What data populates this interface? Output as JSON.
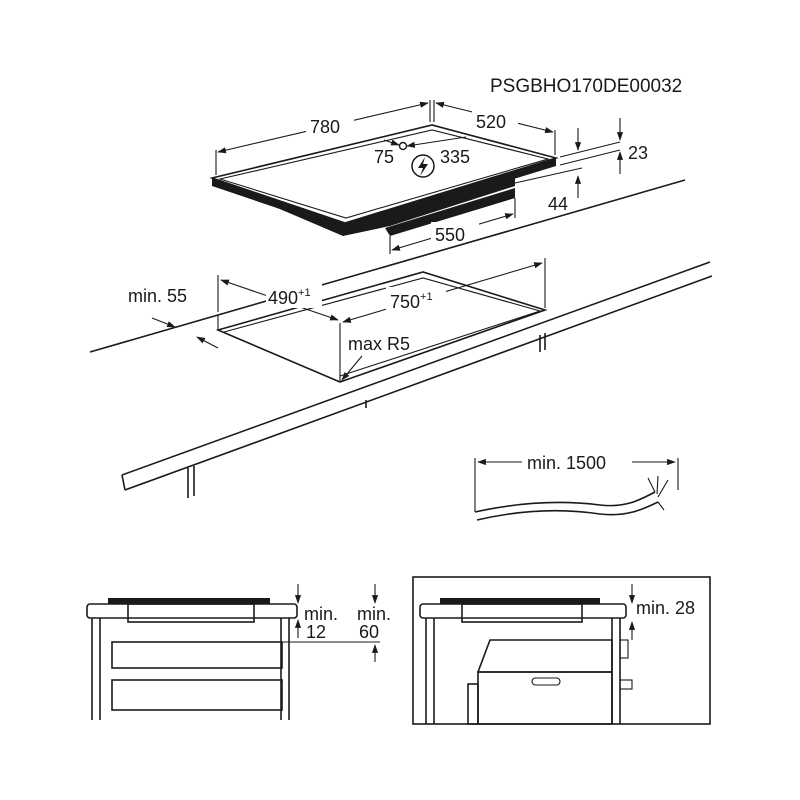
{
  "code": "PSGBHO170DE00032",
  "hob": {
    "width": "780",
    "depth": "520",
    "conn_x": "75",
    "conn_y": "335",
    "thickness": "23",
    "under_height": "44",
    "under_depth": "550",
    "power_icon": "lightning-bolt-icon"
  },
  "cutout": {
    "front_gap": "min. 55",
    "depth": "490",
    "depth_tol": "+1",
    "width": "750",
    "width_tol": "+1",
    "radius": "max R5"
  },
  "cable": {
    "length": "min. 1500"
  },
  "section_left": {
    "gap_a_1": "min.",
    "gap_a_2": "12",
    "gap_b_1": "min.",
    "gap_b_2": "60"
  },
  "section_right": {
    "gap": "min. 28"
  }
}
